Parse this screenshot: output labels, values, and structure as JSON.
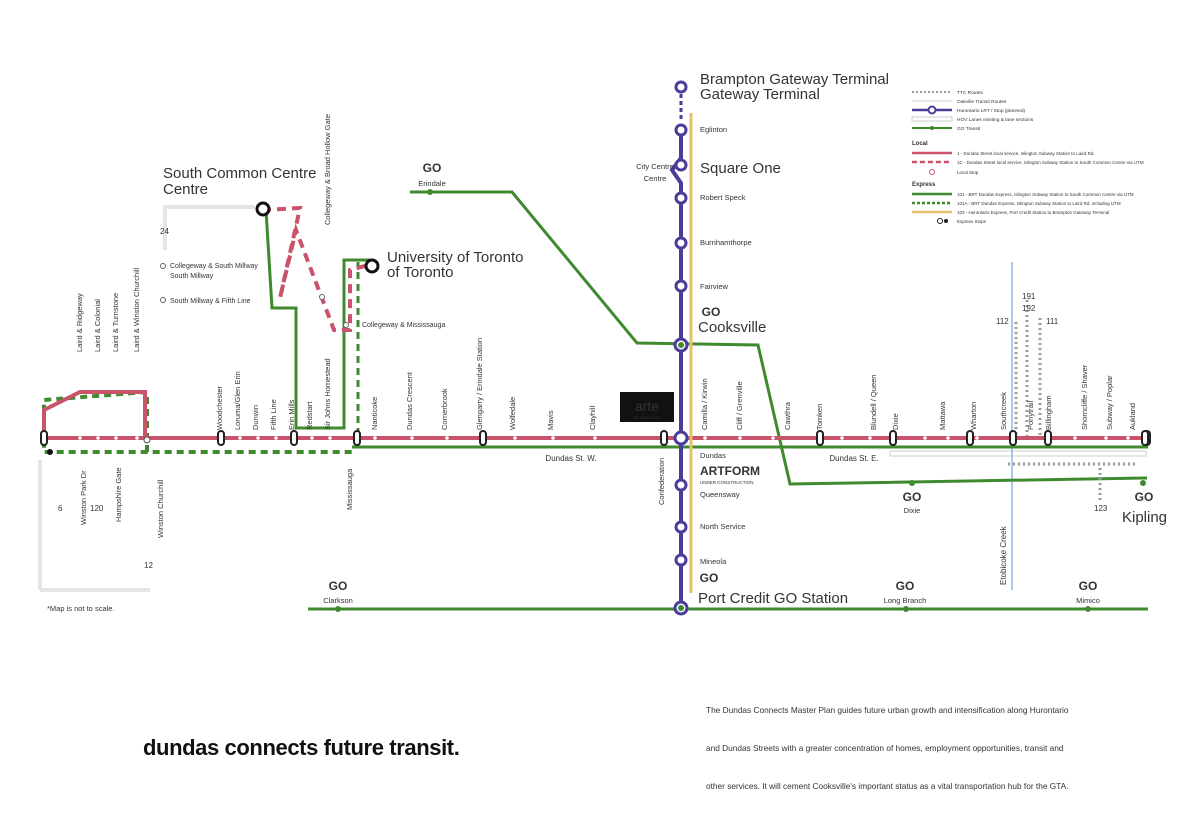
{
  "colors": {
    "local": "#c9536b",
    "go": "#3f8a2f",
    "lrt": "#4a3d9a",
    "express_gold": "#e6c06d",
    "ttc": "#999999",
    "creek": "#8fb8e0"
  },
  "major_stops": {
    "brampton": "Brampton Gateway Terminal",
    "square_one": "Square One",
    "cooksville": "Cooksville",
    "port_credit": "Port Credit GO Station",
    "south_common": "South Common Centre",
    "uoft": "University of Toronto",
    "kipling": "Kipling",
    "city_centre": "City Centre"
  },
  "hurontario_stops": [
    "Eglinton",
    "Robert Speck",
    "Burnhamthorpe",
    "Fairview",
    "Dundas",
    "Queensway",
    "North Service",
    "Mineola"
  ],
  "dundas_west_stops": [
    "Laird & Ridgeway",
    "Laird & Colonial",
    "Laird & Turnstone",
    "Laird & Winston Churchill",
    "Woodchester",
    "Loruma/Glen Erin",
    "Dunwin",
    "Fifth Line",
    "Erin Mills",
    "Redstart",
    "Sir Johns Homestead",
    "Collegeway & Broad Hollow Gate",
    "Mississauga",
    "Nanticoke",
    "Dundas Crescent",
    "Cornerbrook",
    "Glengarry / Erindale Station",
    "Wolfedale",
    "Mavis",
    "Clayhill",
    "Confederation"
  ],
  "dundas_east_stops": [
    "Camilla / Kirwin",
    "Cliff / Grenville",
    "Cawthra",
    "Tomken",
    "Blundell / Queen",
    "Dixie",
    "Mattawa",
    "Wharton",
    "Southcreek",
    "Ponytrail",
    "Billingham",
    "Shorncliffe / Shaver",
    "Subway / Poplar",
    "Aukland"
  ],
  "west_streets": [
    "Winston Park Dr",
    "Hampshire Gate",
    "Winston Churchill"
  ],
  "utm_stops": [
    "Collegeway & South Millway",
    "South Millway & Fifth Line",
    "Collegeway & Mississauga"
  ],
  "street_labels": {
    "dundas_w": "Dundas St. W.",
    "dundas_e": "Dundas St. E.",
    "creek": "Etobicoke Creek"
  },
  "go_stations": [
    "Erindale",
    "Clarkson",
    "Long Branch",
    "Mimico",
    "Dixie"
  ],
  "route_numbers": {
    "r24": "24",
    "r6": "6",
    "r120": "120",
    "r12": "12",
    "r191": "191",
    "r192": "192",
    "r112": "112",
    "r111": "111",
    "r123": "123"
  },
  "go_logo": "GO",
  "arte": {
    "name": "arte",
    "sub": "RESIDENCES"
  },
  "artform": {
    "name": "ARTFORM",
    "sub": "UNDER CONSTRUCTION"
  },
  "note": "*Map is not to scale.",
  "legend": {
    "ttc": "TTC Routes",
    "oakville": "Oakville Transit Routes",
    "lrt": "Hurontario LRT / Stop (planned)",
    "hov": "HOV Lanes existing & lane sections",
    "go": "GO Transit",
    "local_h": "Local",
    "local1": "1 - Dundas Street local service, Islington Subway Station to Laird Rd.",
    "local1c": "1C - Dundas Street local service, Islington Subway Station to South Common Centre via UTM",
    "local_stop": "Local Stop",
    "express_h": "Express",
    "exp101": "101 - BRT Dundas Express, Islington Subway Station to South Common Centre via UTM",
    "exp101a": "101A - BRT Dundas Express, Islington Subway Station to Laird Rd. including UTM",
    "exp103": "103 - Hurontario Express, Port Credit Station to Brampton Gateway Terminal",
    "exp_stops": "Express Stops"
  },
  "title": "dundas connects future transit.",
  "description": [
    "The Dundas Connects Master Plan guides future urban growth and intensification along Hurontario",
    "and Dundas Streets with a greater concentration of homes, employment opportunities, transit and",
    "other services. It will cement Cooksville's important status as a vital transportation hub for the GTA."
  ]
}
